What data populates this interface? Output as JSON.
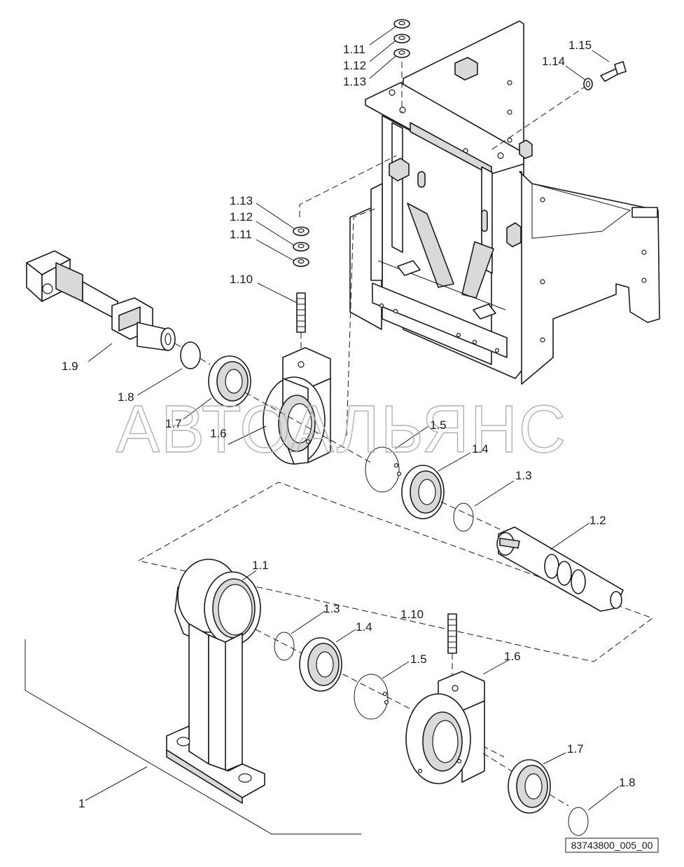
{
  "callouts": [
    {
      "id": "c-1.11a",
      "text": "1.11"
    },
    {
      "id": "c-1.12a",
      "text": "1.12"
    },
    {
      "id": "c-1.13a",
      "text": "1.13"
    },
    {
      "id": "c-1.15",
      "text": "1.15"
    },
    {
      "id": "c-1.14",
      "text": "1.14"
    },
    {
      "id": "c-1.13b",
      "text": "1.13"
    },
    {
      "id": "c-1.12b",
      "text": "1.12"
    },
    {
      "id": "c-1.11b",
      "text": "1.11"
    },
    {
      "id": "c-1.10a",
      "text": "1.10"
    },
    {
      "id": "c-1.9",
      "text": "1.9"
    },
    {
      "id": "c-1.8a",
      "text": "1.8"
    },
    {
      "id": "c-1.7a",
      "text": "1.7"
    },
    {
      "id": "c-1.6a",
      "text": "1.6"
    },
    {
      "id": "c-1.5a",
      "text": "1.5"
    },
    {
      "id": "c-1.4a",
      "text": "1.4"
    },
    {
      "id": "c-1.3a",
      "text": "1.3"
    },
    {
      "id": "c-1.2",
      "text": "1.2"
    },
    {
      "id": "c-1.1",
      "text": "1.1"
    },
    {
      "id": "c-1.3b",
      "text": "1.3"
    },
    {
      "id": "c-1.4b",
      "text": "1.4"
    },
    {
      "id": "c-1.10b",
      "text": "1.10"
    },
    {
      "id": "c-1.5b",
      "text": "1.5"
    },
    {
      "id": "c-1.6b",
      "text": "1.6"
    },
    {
      "id": "c-1.7b",
      "text": "1.7"
    },
    {
      "id": "c-1.8b",
      "text": "1.8"
    },
    {
      "id": "c-1",
      "text": "1"
    }
  ],
  "watermark": "АВТОАЛЬЯНС",
  "drawing_number": "83743800_005_00"
}
